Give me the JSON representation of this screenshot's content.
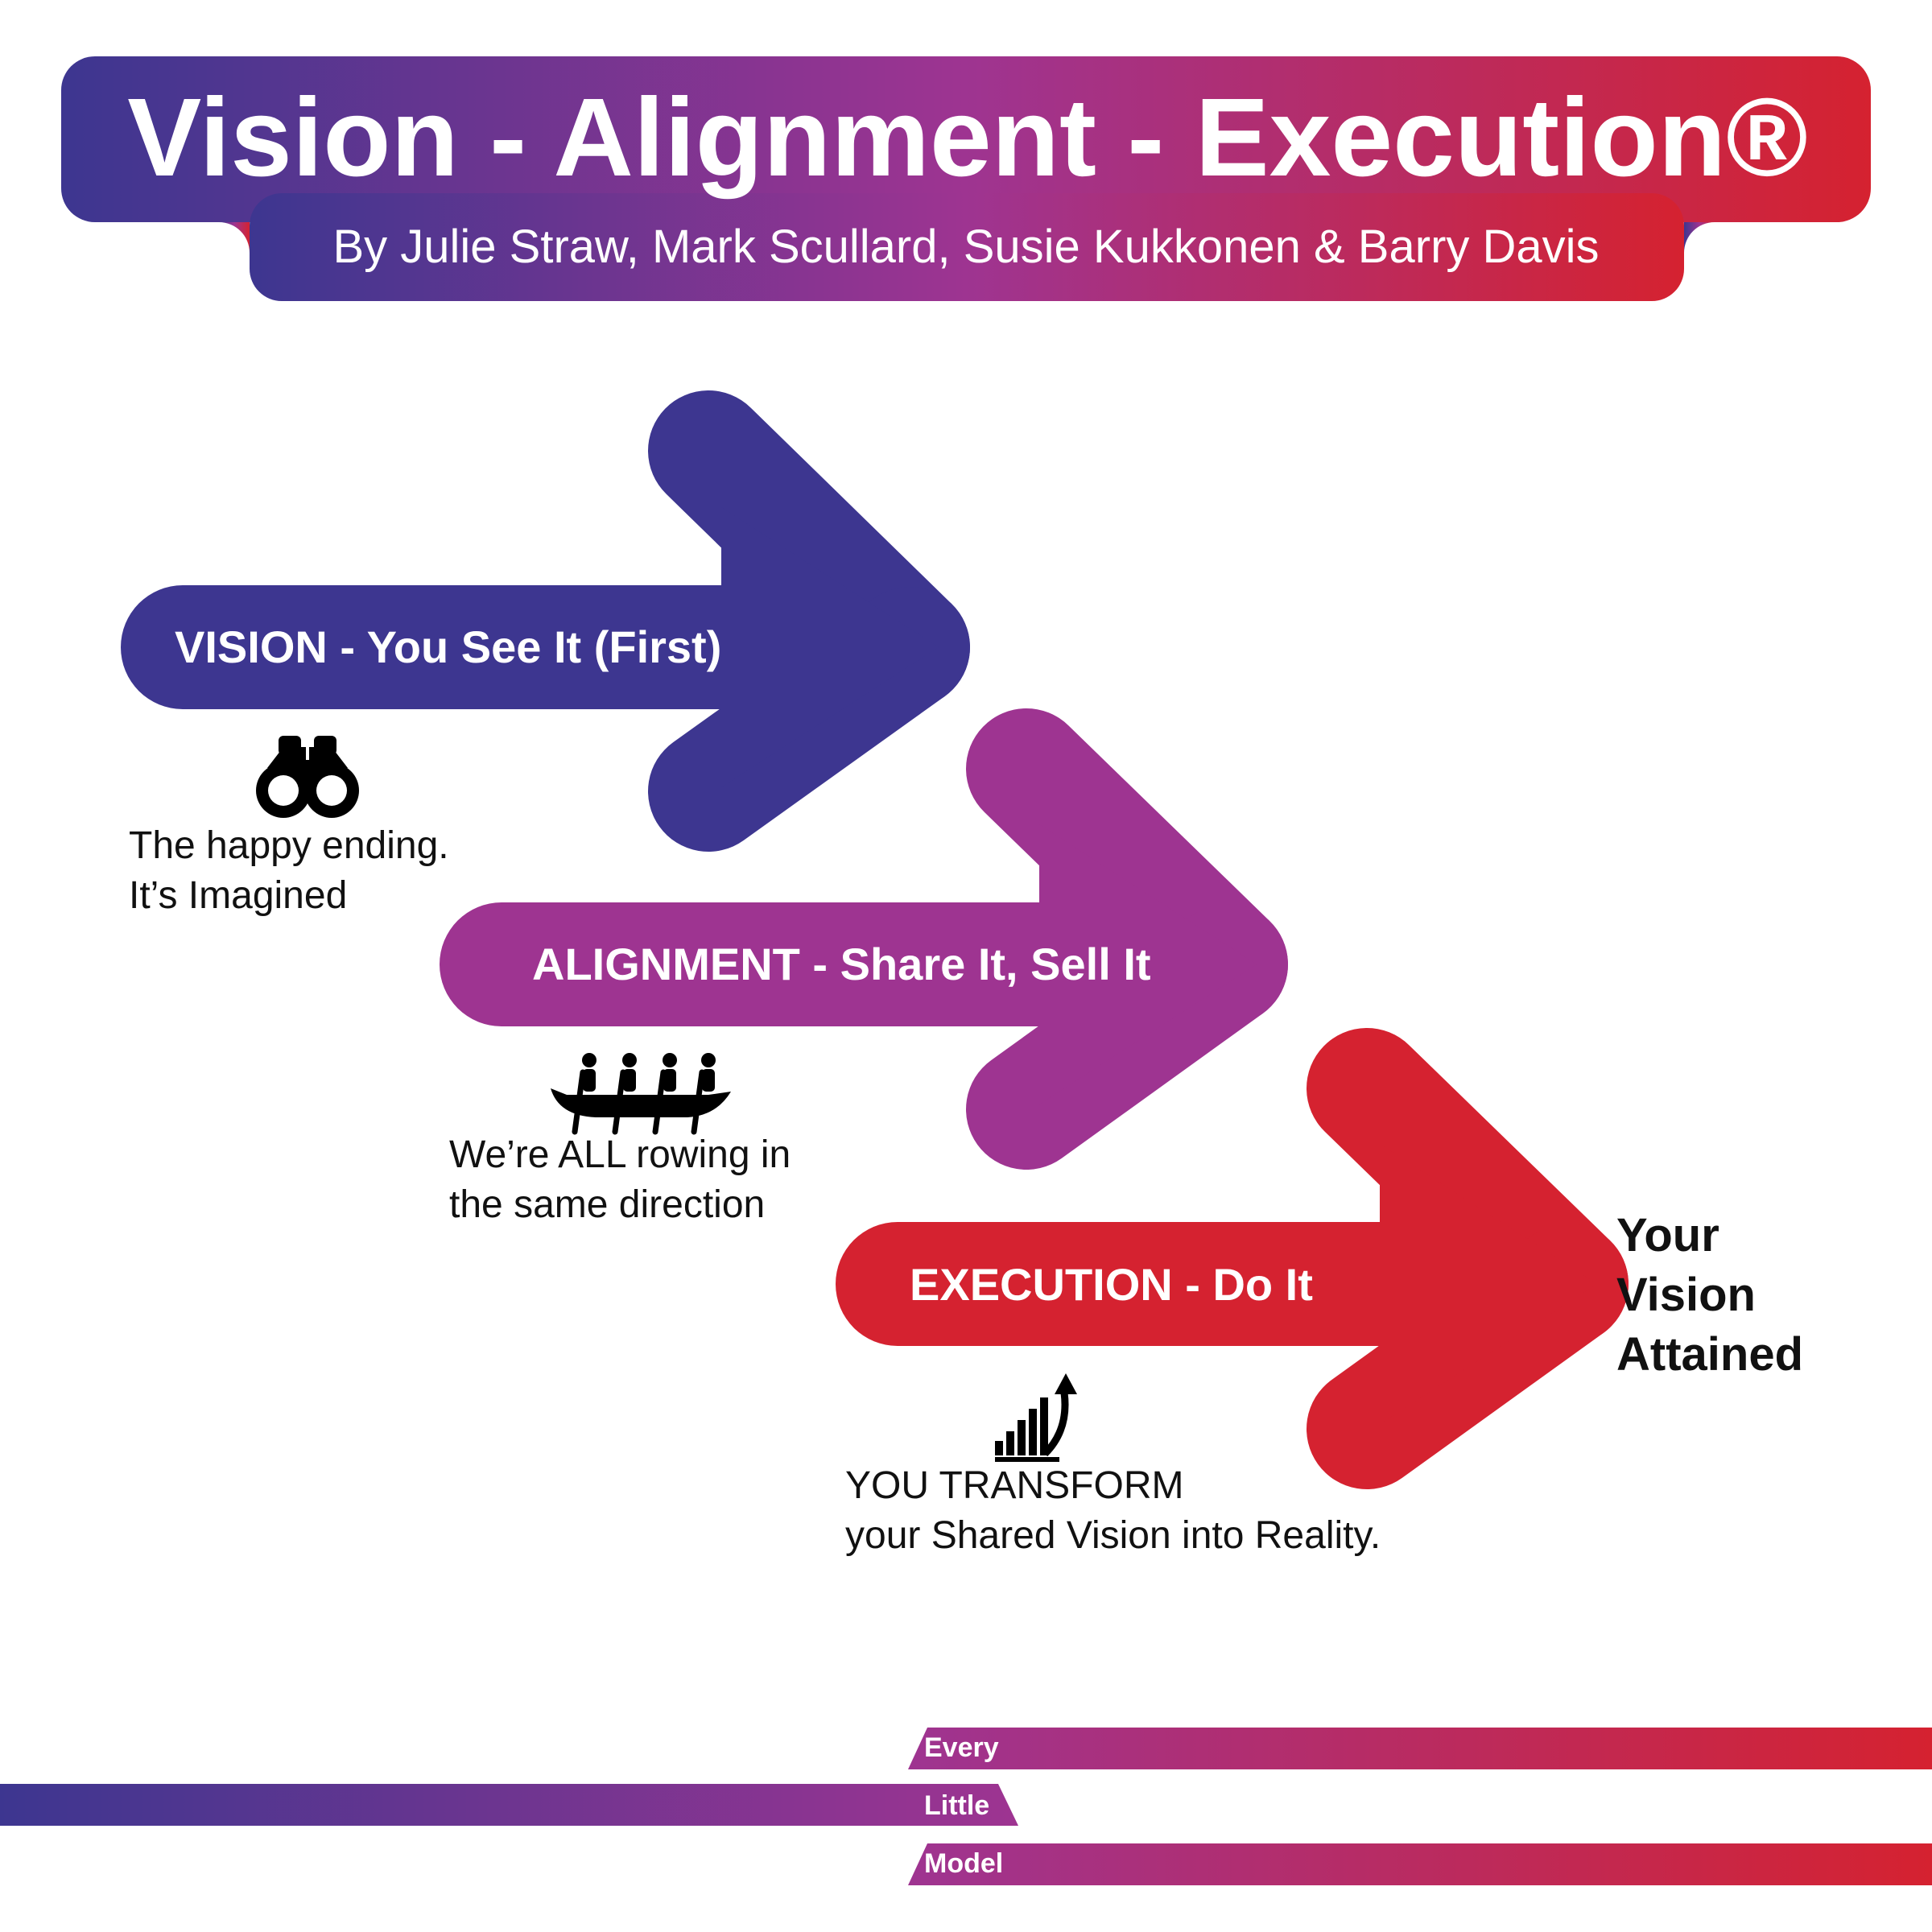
{
  "header": {
    "title": "Vision - Alignment - Execution®",
    "byline": "By Julie Straw, Mark Scullard, Susie Kukkonen & Barry Davis"
  },
  "colors": {
    "vision": "#3D3690",
    "alignment": "#9E3491",
    "execution": "#D52230",
    "text": "#111111"
  },
  "steps": [
    {
      "label": "VISION - You See It (First)",
      "icon": "binoculars-icon",
      "caption": [
        "The happy ending.",
        "It’s Imagined"
      ]
    },
    {
      "label": "ALIGNMENT - Share It, Sell It",
      "icon": "rowing-team-icon",
      "caption": [
        "We’re ALL rowing in",
        "the same direction"
      ]
    },
    {
      "label": "EXECUTION - Do It",
      "icon": "growth-chart-icon",
      "caption": [
        "YOU TRANSFORM",
        "your Shared Vision into Reality."
      ]
    }
  ],
  "goal": [
    "Your",
    "Vision",
    "Attained"
  ],
  "footer": {
    "words": [
      "Every",
      "Little",
      "Model"
    ]
  }
}
